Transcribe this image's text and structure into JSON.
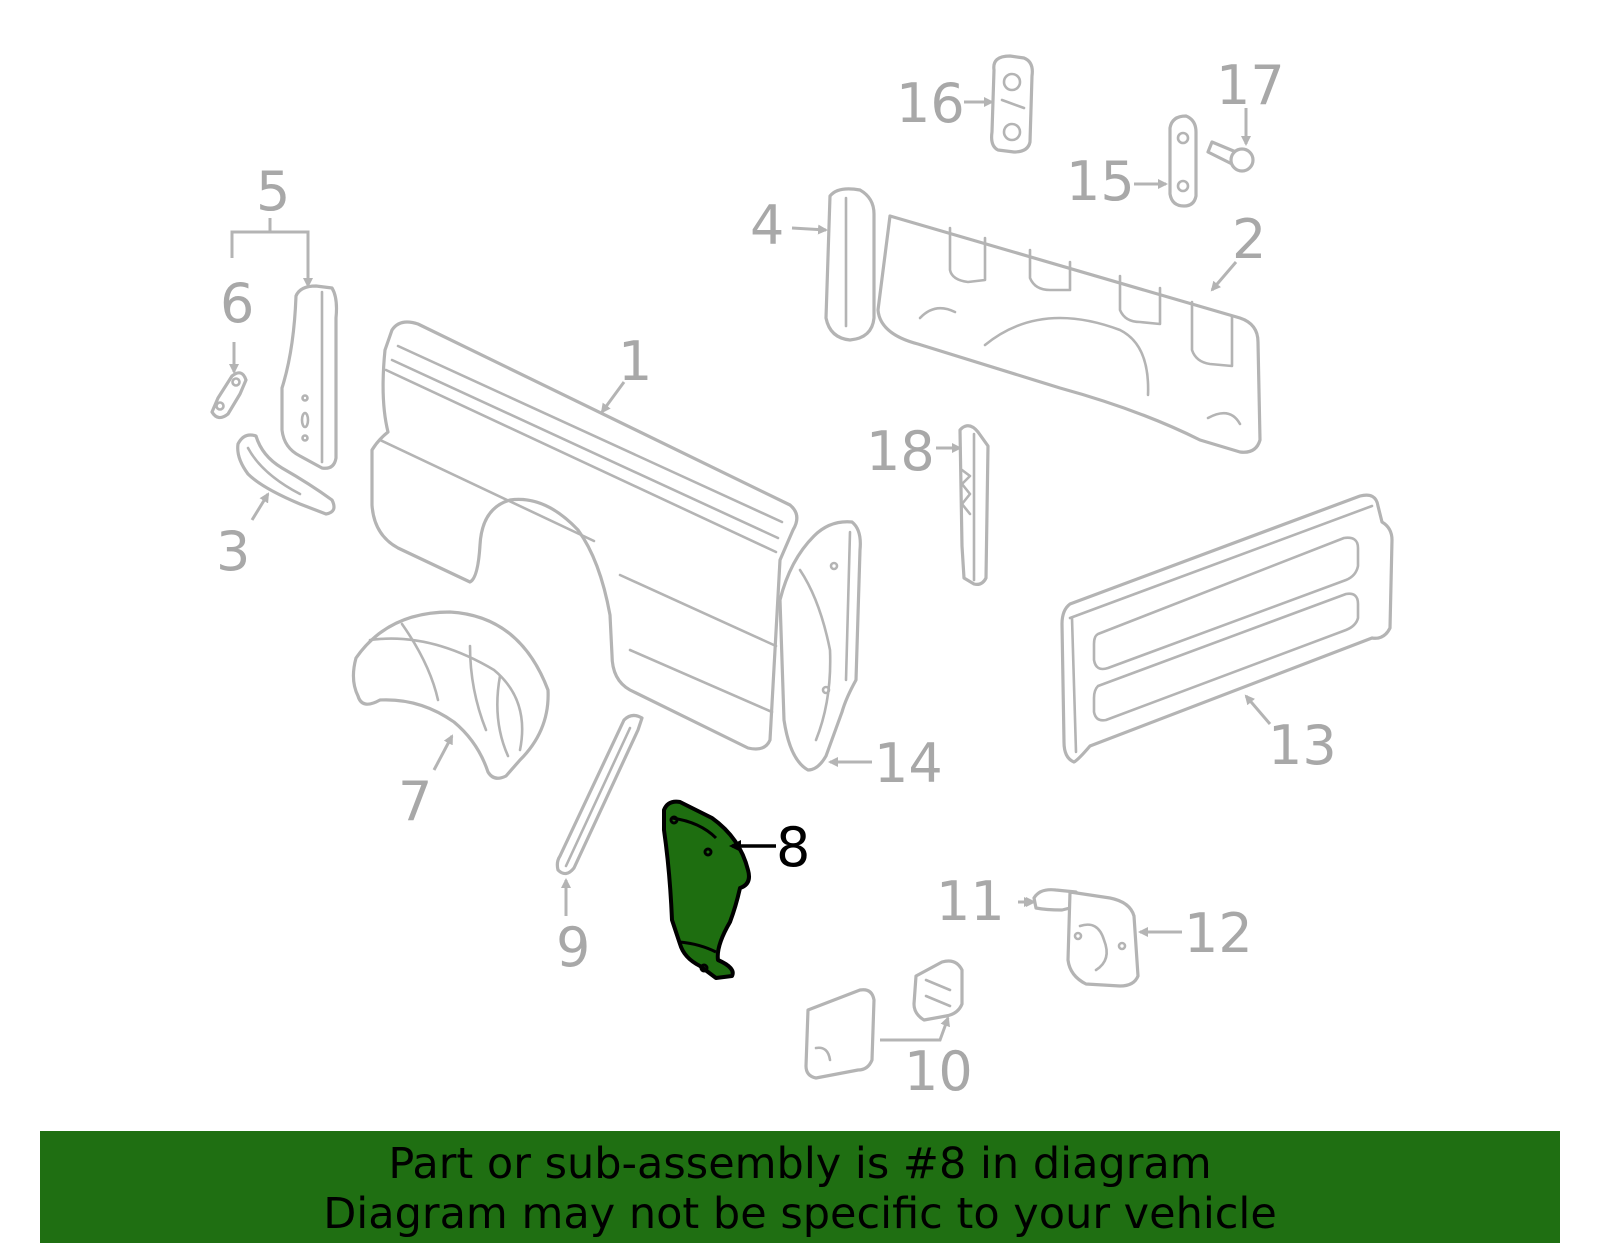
{
  "callouts": {
    "c1": "1",
    "c2": "2",
    "c3": "3",
    "c4": "4",
    "c5": "5",
    "c6": "6",
    "c7": "7",
    "c8": "8",
    "c9": "9",
    "c10": "10",
    "c11": "11",
    "c12": "12",
    "c13": "13",
    "c14": "14",
    "c15": "15",
    "c16": "16",
    "c17": "17",
    "c18": "18"
  },
  "highlighted_part": "8",
  "colors": {
    "part_outline": "#b4b4b4",
    "highlight_fill": "#1e6e10",
    "banner_background": "#1f6f12"
  },
  "banner": {
    "line1": "Part or sub-assembly is #8 in diagram",
    "line2": "Diagram may not be specific to your vehicle"
  }
}
